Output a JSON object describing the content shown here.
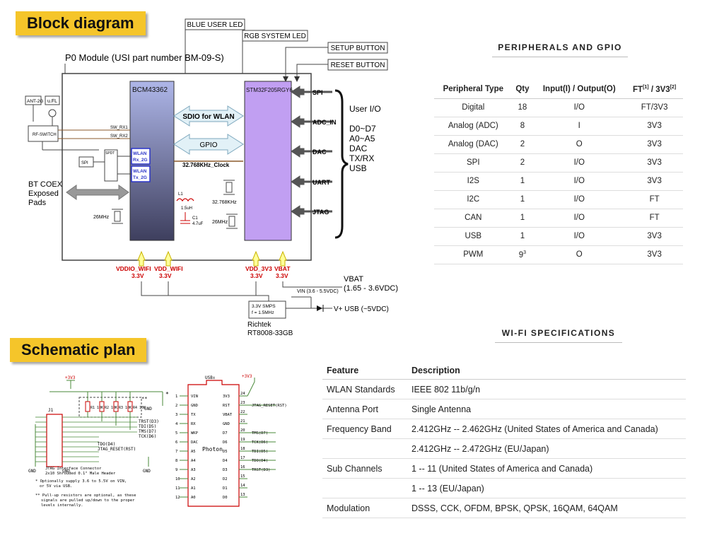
{
  "labels": {
    "block_diagram": "Block diagram",
    "schematic_plan": "Schematic plan"
  },
  "block": {
    "blue_led": "BLUE USER LED",
    "rgb_led": "RGB SYSTEM LED",
    "setup_button": "SETUP BUTTON",
    "reset_button": "RESET BUTTON",
    "module": "P0 Module (USI part number BM-09-S)",
    "bcm": "BCM43362",
    "stm": "STM32F205RGY6",
    "sdio": "SDIO for WLAN",
    "gpio": "GPIO",
    "clock": "32.768KHz_Clock",
    "ant": "ANT-2G",
    "ufl": "u.FL",
    "rf_switch": "RF-SWITCH",
    "sw_rx1": "SW_RX1",
    "sw_rx2": "SW_RX2",
    "spi_small": "SPI",
    "spdt": "SPDT",
    "wlan_rx": "WLAN Rx_2G",
    "wlan_tx": "WLAN Tx_2G",
    "bt_coex": "BT COEX\nExposed\nPads",
    "xtal_26_left": "26MHz",
    "xtal_32": "32.768KHz",
    "xtal_26_right": "26MHz",
    "l1": "L1",
    "l1_val": "1.5uH",
    "c1": "C1",
    "c1_val": "4.7uF",
    "ports": [
      "SPI",
      "ADC_IN",
      "DAC",
      "UART",
      "JTAG"
    ],
    "user_io": "User I/O",
    "io_list": [
      "D0~D7",
      "A0~A5",
      "DAC",
      "TX/RX",
      "USB"
    ],
    "vddio_wifi": "VDDIO_WIFI",
    "vdd_wifi": "VDD_WIFI",
    "vdd_3v3": "VDD_3V3",
    "vbat": "VBAT",
    "v33": "3.3V",
    "vbat_range": "VBAT\n(1.65 - 3.6VDC)",
    "vin_range": "VIN (3.6 - 5.5VDC)",
    "smps": "3.3V SMPS\nf = 1.5MHz",
    "richtek": "Richtek\nRT8008-33GB",
    "vplus_usb": "V+ USB (~5VDC)"
  },
  "peripherals": {
    "title": "PERIPHERALS AND GPIO",
    "headers": [
      "Peripheral Type",
      "Qty",
      "Input(I) / Output(O)",
      "FT",
      "[1]",
      " / 3V3",
      "[2]"
    ],
    "rows": [
      [
        "Digital",
        "18",
        "I/O",
        "FT/3V3"
      ],
      [
        "Analog (ADC)",
        "8",
        "I",
        "3V3"
      ],
      [
        "Analog (DAC)",
        "2",
        "O",
        "3V3"
      ],
      [
        "SPI",
        "2",
        "I/O",
        "3V3"
      ],
      [
        "I2S",
        "1",
        "I/O",
        "3V3"
      ],
      [
        "I2C",
        "1",
        "I/O",
        "FT"
      ],
      [
        "CAN",
        "1",
        "I/O",
        "FT"
      ],
      [
        "USB",
        "1",
        "I/O",
        "3V3"
      ],
      [
        "PWM",
        "9",
        "O",
        "3V3"
      ]
    ],
    "pwm_sup": "3"
  },
  "wifi": {
    "title": "WI-FI SPECIFICATIONS",
    "headers": [
      "Feature",
      "Description"
    ],
    "rows": [
      [
        "WLAN Standards",
        "IEEE 802 11b/g/n"
      ],
      [
        "Antenna Port",
        "Single Antenna"
      ],
      [
        "Frequency Band",
        "2.412GHz -- 2.462GHz (United States of America and Canada)"
      ],
      [
        "",
        "2.412GHz -- 2.472GHz (EU/Japan)"
      ],
      [
        "Sub Channels",
        "1 -- 11 (United States of America and Canada)"
      ],
      [
        "",
        "1 -- 13 (EU/Japan)"
      ],
      [
        "Modulation",
        "DSSS, CCK, OFDM, BPSK, QPSK, 16QAM, 64QAM"
      ]
    ]
  },
  "schematic": {
    "v33_left": "+3V3",
    "v33_right": "+3V3",
    "gnd": "GND",
    "resistors": [
      "R1 10K",
      "R2 10K",
      "R3 10K",
      "R4 10K"
    ],
    "jtag_signals": [
      "TRST(D3)",
      "TDI(D5)",
      "TMS(D7)",
      "TCK(D6)"
    ],
    "tdo": "TDO(D4)",
    "jtag_reset": "JTAG_RESET(RST)",
    "j1": "J1",
    "connector_note": "JTAG Interface Connector\n2x10 Shrouded 0.1\" Male Header",
    "note1": "* Optionally supply 3.6 to 5.5V on VIN,\n  or 5V via USB.",
    "note2": "** Pull-up resistors are optional, as these\n   signals are pulled up/down to the proper\n   levels internally.",
    "usb_label": "USB↕",
    "photon": "Photon",
    "left_pins": [
      "VIN",
      "GND",
      "TX",
      "RX",
      "WKP",
      "DAC",
      "A5",
      "A4",
      "A3",
      "A2",
      "A1",
      "A0"
    ],
    "right_pins": [
      "3V3",
      "RST",
      "VBAT",
      "GND",
      "D7",
      "D6",
      "D5",
      "D4",
      "D3",
      "D2",
      "D1",
      "D0"
    ],
    "left_nums": [
      "1",
      "2",
      "3",
      "4",
      "5",
      "6",
      "7",
      "8",
      "9",
      "10",
      "11",
      "12"
    ],
    "right_nums": [
      "24",
      "23",
      "22",
      "21",
      "20",
      "19",
      "18",
      "17",
      "16",
      "15",
      "14",
      "13"
    ],
    "right_nets": [
      "",
      "JTAG_RESET(RST)",
      "",
      "",
      "TMS(D7)",
      "TCK(D6)",
      "TDI(D5)",
      "TDO(D4)",
      "TRST(D3)",
      "",
      "",
      ""
    ],
    "star": "*",
    "double_star": "**"
  }
}
